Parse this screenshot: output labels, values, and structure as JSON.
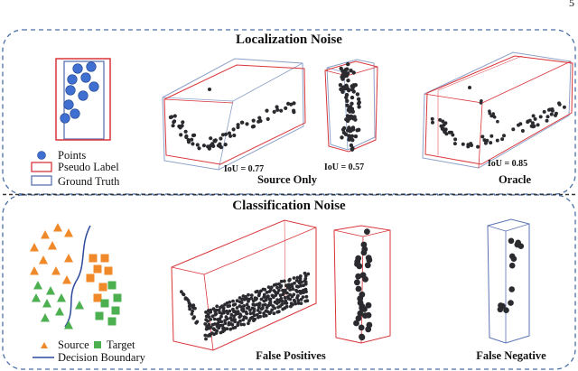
{
  "page_number": "5",
  "localization": {
    "title": "Localization Noise",
    "legend": {
      "points": "Points",
      "pseudo": "Pseudo Label",
      "gt": "Ground Truth"
    },
    "iou_1": "IoU = 0.77",
    "iou_2": "IoU = 0.57",
    "iou_3": "IoU = 0.85",
    "caption_source": "Source Only",
    "caption_oracle": "Oracle"
  },
  "classification": {
    "title": "Classification Noise",
    "legend": {
      "source": "Source",
      "target": "Target",
      "boundary": "Decision Boundary"
    },
    "caption_fp": "False Positives",
    "caption_fn": "False Negative"
  },
  "colors": {
    "pseudo_label": "#d9353a",
    "ground_truth": "#5b73b4",
    "points": "#3f6fd0",
    "source": "#f0892a",
    "target": "#4caf50",
    "boundary": "#2d4a9a",
    "lidar": "#2a2a2f",
    "dash": "#4a6fa8"
  }
}
